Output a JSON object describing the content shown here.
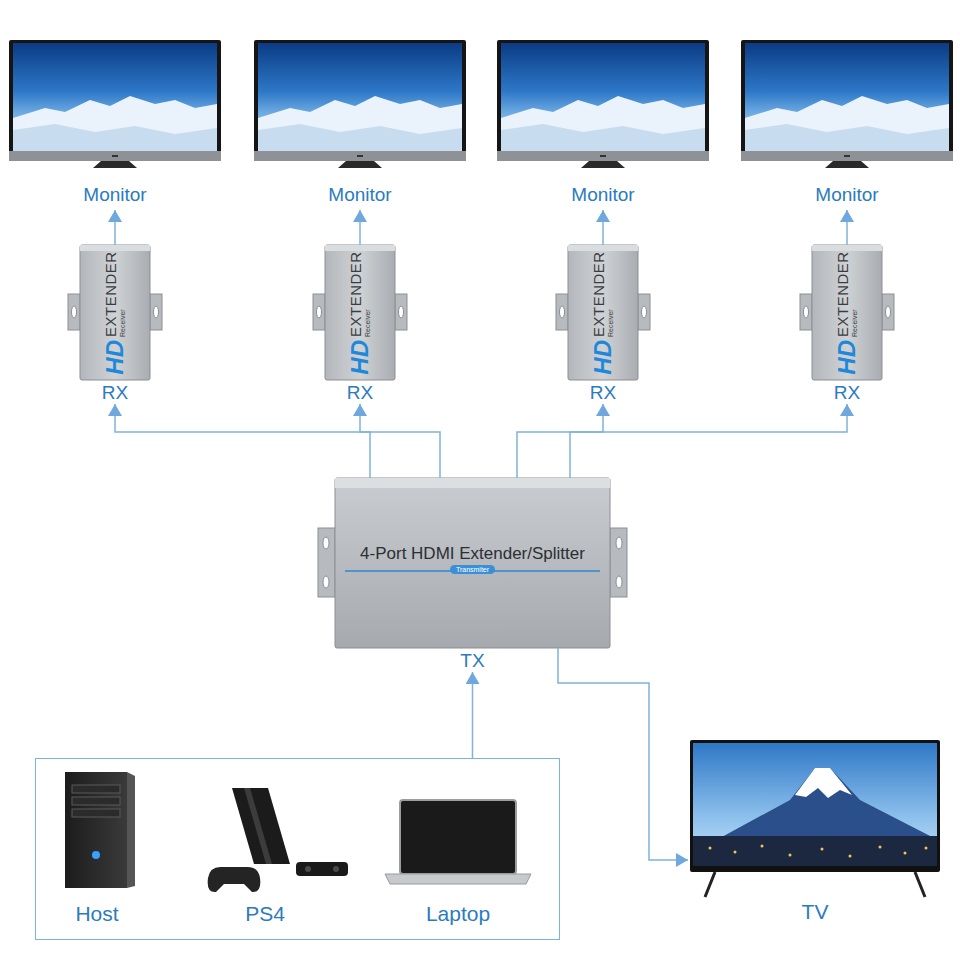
{
  "diagram": {
    "nodes": [
      {
        "text": [
          "Monitor"
        ]
      },
      {
        "text": [
          "Monitor"
        ]
      },
      {
        "text": [
          "Monitor"
        ]
      },
      {
        "text": [
          "Monitor"
        ]
      },
      {
        "text": [
          "HD",
          "EXTENDER",
          "Receiver",
          "RX"
        ]
      },
      {
        "text": [
          "HD",
          "EXTENDER",
          "Receiver",
          "RX"
        ]
      },
      {
        "text": [
          "HD",
          "EXTENDER",
          "Receiver",
          "RX"
        ]
      },
      {
        "text": [
          "HD",
          "EXTENDER",
          "Receiver",
          "RX"
        ]
      },
      {
        "text": [
          "4-Port HDMI Extender/Splitter",
          "Transmiter",
          "TX"
        ]
      },
      {
        "text": []
      },
      {
        "text": [
          "Host"
        ],
        "in": 9
      },
      {
        "text": [
          "PS4"
        ],
        "in": 9
      },
      {
        "text": [
          "Laptop"
        ],
        "in": 9
      },
      {
        "text": [
          "TV"
        ]
      }
    ],
    "edges": [
      {
        "from": 4,
        "to": 0,
        "arrow": "to"
      },
      {
        "from": 5,
        "to": 1,
        "arrow": "to"
      },
      {
        "from": 6,
        "to": 2,
        "arrow": "to"
      },
      {
        "from": 7,
        "to": 3,
        "arrow": "to"
      },
      {
        "from": 8,
        "to": 4,
        "arrow": "to"
      },
      {
        "from": 8,
        "to": 5,
        "arrow": "to"
      },
      {
        "from": 8,
        "to": 6,
        "arrow": "to"
      },
      {
        "from": 8,
        "to": 7,
        "arrow": "to"
      },
      {
        "from": 9,
        "to": 8,
        "arrow": "to"
      },
      {
        "from": 8,
        "to": 13,
        "arrow": "to"
      }
    ]
  }
}
